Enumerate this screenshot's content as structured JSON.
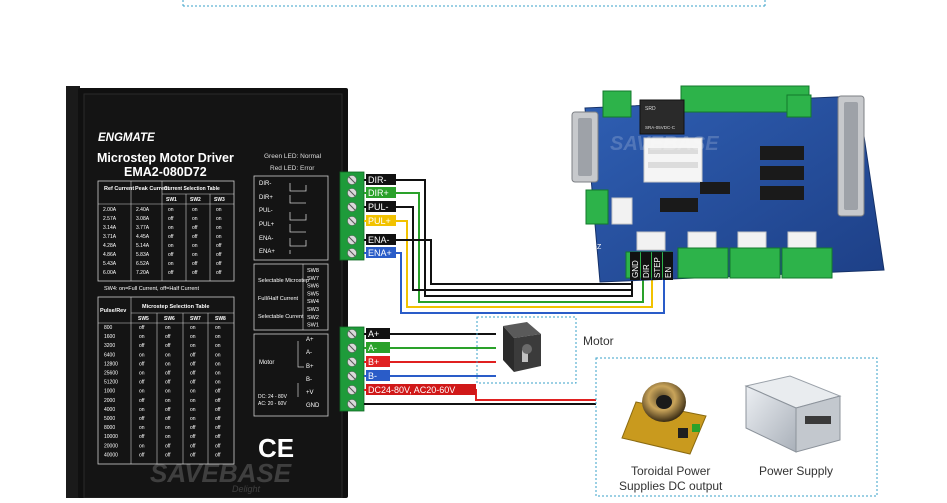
{
  "driver": {
    "brand": "ENGMATE",
    "title_line1": "Microstep Motor Driver",
    "title_line2": "EMA2-080D72",
    "led_green": "Green LED:  Normal",
    "led_red": "Red LED:     Error",
    "current_table": {
      "headers": [
        "Ref Current",
        "Peak Current",
        "Current Selection Table"
      ],
      "sw_headers": [
        "SW1",
        "SW2",
        "SW3"
      ],
      "rows": [
        [
          "2.00A",
          "2.40A",
          "on",
          "on",
          "on"
        ],
        [
          "2.57A",
          "3.08A",
          "off",
          "on",
          "on"
        ],
        [
          "3.14A",
          "3.77A",
          "on",
          "off",
          "on"
        ],
        [
          "3.71A",
          "4.45A",
          "off",
          "off",
          "on"
        ],
        [
          "4.28A",
          "5.14A",
          "on",
          "on",
          "off"
        ],
        [
          "4.86A",
          "5.83A",
          "off",
          "on",
          "off"
        ],
        [
          "5.43A",
          "6.52A",
          "on",
          "off",
          "off"
        ],
        [
          "6.00A",
          "7.20A",
          "off",
          "off",
          "off"
        ]
      ]
    },
    "sw4_note": "SW4: on=Full Current, off=Half Current",
    "micro_table": {
      "pulse_header": "Pulse/Rev",
      "title": "Microstep Selection Table",
      "sw_headers": [
        "SW5",
        "SW6",
        "SW7",
        "SW8"
      ],
      "rows": [
        [
          "800",
          "off",
          "on",
          "on",
          "on"
        ],
        [
          "1600",
          "on",
          "off",
          "on",
          "on"
        ],
        [
          "3200",
          "off",
          "off",
          "on",
          "on"
        ],
        [
          "6400",
          "on",
          "on",
          "off",
          "on"
        ],
        [
          "12800",
          "off",
          "on",
          "off",
          "on"
        ],
        [
          "25600",
          "on",
          "off",
          "off",
          "on"
        ],
        [
          "51200",
          "off",
          "off",
          "off",
          "on"
        ],
        [
          "1000",
          "on",
          "on",
          "on",
          "off"
        ],
        [
          "2000",
          "off",
          "on",
          "on",
          "off"
        ],
        [
          "4000",
          "on",
          "off",
          "on",
          "off"
        ],
        [
          "5000",
          "off",
          "off",
          "on",
          "off"
        ],
        [
          "8000",
          "on",
          "on",
          "off",
          "off"
        ],
        [
          "10000",
          "off",
          "on",
          "off",
          "off"
        ],
        [
          "20000",
          "on",
          "off",
          "off",
          "off"
        ],
        [
          "40000",
          "off",
          "off",
          "off",
          "off"
        ]
      ]
    },
    "signal_terms": [
      "DIR-",
      "DIR+",
      "PUL-",
      "PUL+",
      "ENA-",
      "ENA+"
    ],
    "dip_labels": [
      "SW8",
      "SW7",
      "SW6",
      "SW5",
      "SW4",
      "SW3",
      "SW2",
      "SW1"
    ],
    "dip_groups": [
      "Selectable Microstep",
      "Full/Half Current",
      "Selectable Current"
    ],
    "motor_label": "Motor",
    "motor_terms": [
      "A+",
      "A-",
      "B+",
      "B-",
      "+V",
      "GND"
    ],
    "power_spec_1": "DC: 24 - 80V",
    "power_spec_2": "AC: 20 - 60V",
    "ce_mark": "CE"
  },
  "wire_labels": [
    {
      "text": "DIR-",
      "color": "#111111"
    },
    {
      "text": "DIR+",
      "color": "#2aa12a"
    },
    {
      "text": "PUL-",
      "color": "#111111"
    },
    {
      "text": "PUL+",
      "color": "#f2c200"
    },
    {
      "text": "ENA-",
      "color": "#111111"
    },
    {
      "text": "ENA+",
      "color": "#2a5cc8"
    }
  ],
  "motor_wires": [
    {
      "text": "A+",
      "color": "#111111"
    },
    {
      "text": "A-",
      "color": "#2aa12a"
    },
    {
      "text": "B+",
      "color": "#e02020"
    },
    {
      "text": "B-",
      "color": "#2a5cc8"
    },
    {
      "text": "DC24-80V, AC20-60V",
      "color": "#d01818"
    }
  ],
  "breakout_pins": [
    "GND",
    "DIR",
    "STEP",
    "EN"
  ],
  "board_marks": {
    "relay_brand": "SRD",
    "relay_model": "SRA-05VDC-C",
    "side_mark": "B-Z"
  },
  "motor_caption": "Motor",
  "power": {
    "toroidal_line1": "Toroidal Power",
    "toroidal_line2": "Supplies DC output",
    "supply": "Power Supply"
  },
  "watermark": "SAVEBASE",
  "watermark_sub": "Delight"
}
